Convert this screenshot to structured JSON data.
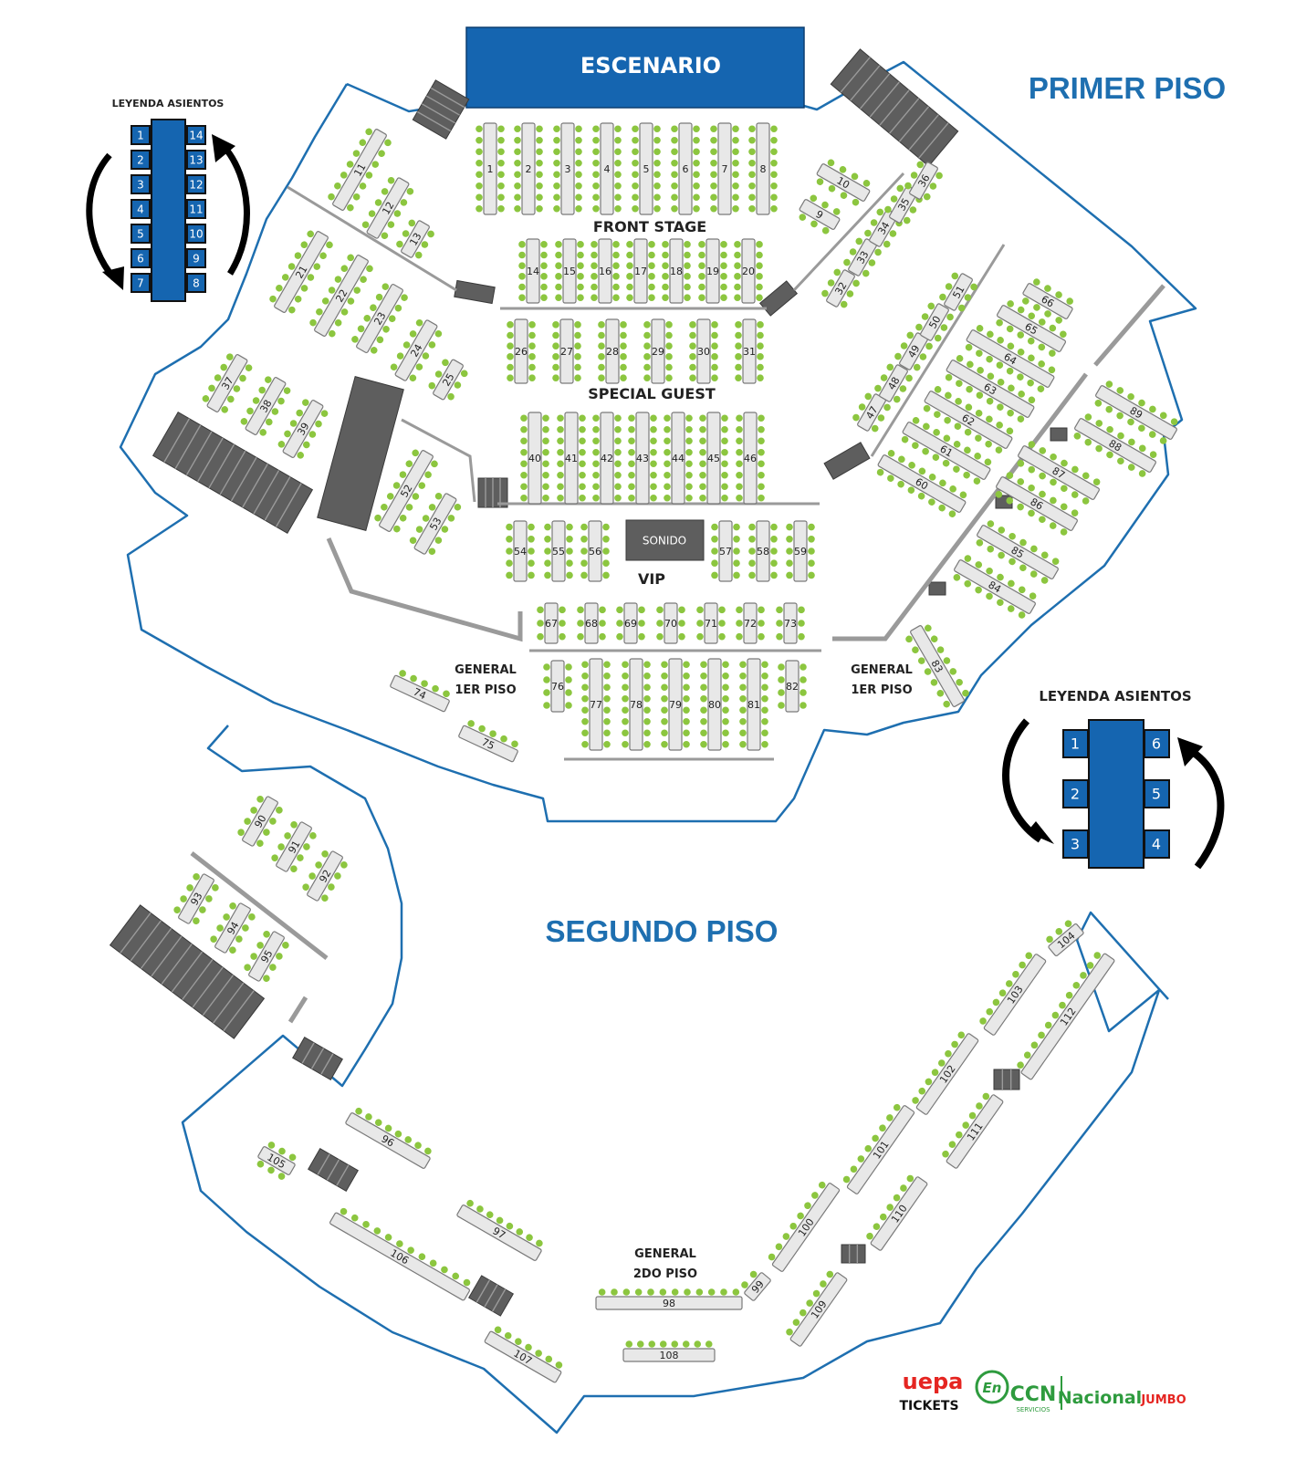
{
  "stage_label": "ESCENARIO",
  "sound_label": "SONIDO",
  "floor1_title": "PRIMER PISO",
  "floor2_title": "SEGUNDO PISO",
  "zones": {
    "front_stage": "FRONT STAGE",
    "special_guest": "SPECIAL GUEST",
    "vip": "VIP",
    "general_1_left": [
      "GENERAL",
      "1ER PISO"
    ],
    "general_1_right": [
      "GENERAL",
      "1ER PISO"
    ],
    "general_2": [
      "GENERAL",
      "2DO PISO"
    ]
  },
  "legend_left": {
    "title": "LEYENDA ASIENTOS",
    "left_seats": [
      "1",
      "2",
      "3",
      "4",
      "5",
      "6",
      "7"
    ],
    "right_seats": [
      "14",
      "13",
      "12",
      "11",
      "10",
      "9",
      "8"
    ]
  },
  "legend_right": {
    "title": "LEYENDA ASIENTOS",
    "left_seats": [
      "1",
      "2",
      "3"
    ],
    "right_seats": [
      "6",
      "5",
      "4"
    ]
  },
  "sponsors": {
    "uepa": "uepa",
    "tickets": "TICKETS",
    "en": "En",
    "ccn": "CCN",
    "ccn_sub": "SERVICIOS",
    "nacional": "Nacional",
    "jumbo": "JUMBO"
  },
  "colors": {
    "venue_outline": "#1e6fb0",
    "stage": "#1565b0",
    "seat": "#8cc63f",
    "table": "#e8e8e8",
    "stairs": "#5e5e5e"
  },
  "tables": [
    "1",
    "2",
    "3",
    "4",
    "5",
    "6",
    "7",
    "8",
    "9",
    "10",
    "11",
    "12",
    "13",
    "14",
    "15",
    "16",
    "17",
    "18",
    "19",
    "20",
    "21",
    "22",
    "23",
    "24",
    "25",
    "26",
    "27",
    "28",
    "29",
    "30",
    "31",
    "32",
    "33",
    "34",
    "35",
    "36",
    "37",
    "38",
    "39",
    "40",
    "41",
    "42",
    "43",
    "44",
    "45",
    "46",
    "47",
    "48",
    "49",
    "50",
    "51",
    "52",
    "53",
    "54",
    "55",
    "56",
    "57",
    "58",
    "59",
    "60",
    "61",
    "62",
    "63",
    "64",
    "65",
    "66",
    "67",
    "68",
    "69",
    "70",
    "71",
    "72",
    "73",
    "74",
    "75",
    "76",
    "77",
    "78",
    "79",
    "80",
    "81",
    "82",
    "83",
    "84",
    "85",
    "86",
    "87",
    "88",
    "89",
    "90",
    "91",
    "92",
    "93",
    "94",
    "95",
    "96",
    "97",
    "98",
    "99",
    "100",
    "101",
    "102",
    "103",
    "104",
    "105",
    "106",
    "107",
    "108",
    "109",
    "110",
    "111",
    "112"
  ]
}
